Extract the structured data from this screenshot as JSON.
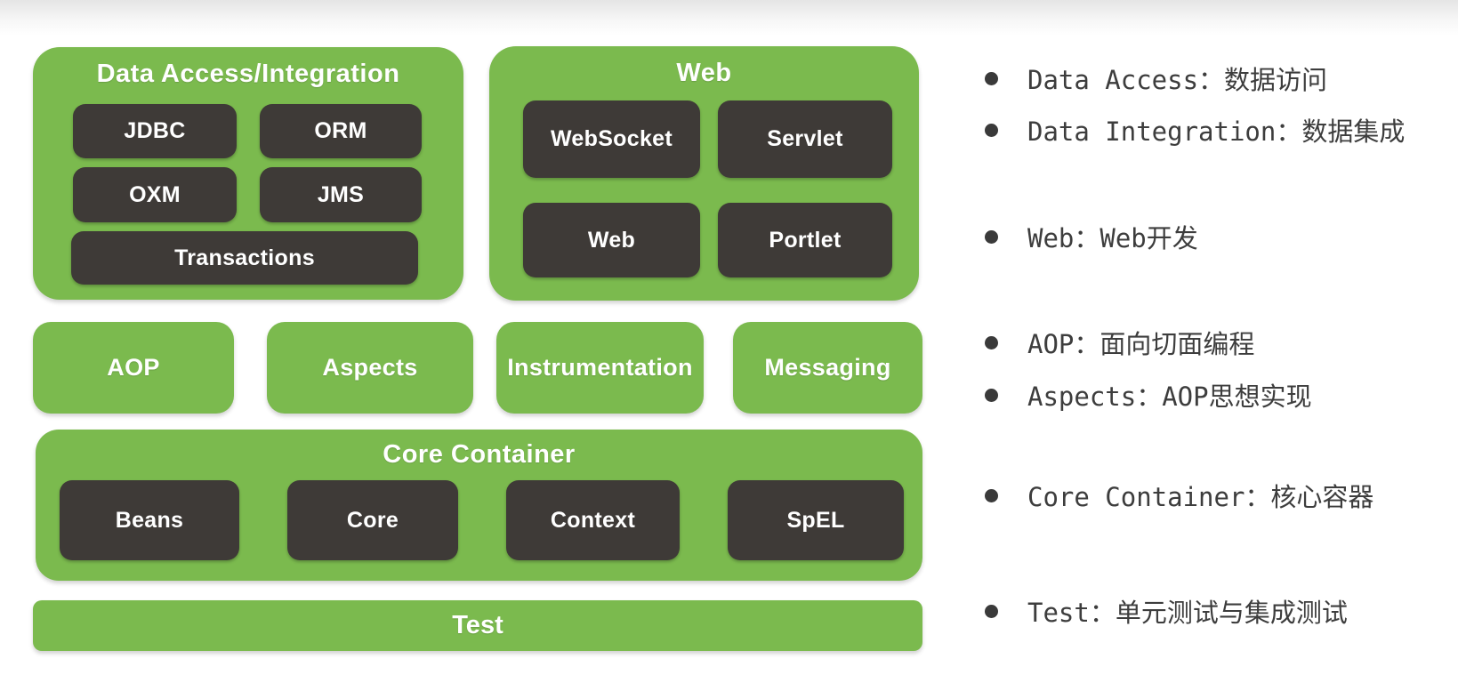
{
  "colors": {
    "panel_green": "#7bba4e",
    "module_dark": "#3e3a37",
    "module_text": "#ffffff",
    "note_text": "#3d3d3d",
    "bullet": "#3a3a3a",
    "topbar_gradient_start": "#e5e5e5",
    "topbar_gradient_end": "#ffffff"
  },
  "diagram": {
    "data_access": {
      "title": "Data Access/Integration",
      "modules": [
        "JDBC",
        "ORM",
        "OXM",
        "JMS"
      ],
      "full_width_module": "Transactions"
    },
    "web": {
      "title": "Web",
      "modules": [
        "WebSocket",
        "Servlet",
        "Web",
        "Portlet"
      ]
    },
    "middle_row": [
      "AOP",
      "Aspects",
      "Instrumentation",
      "Messaging"
    ],
    "core_container": {
      "title": "Core Container",
      "modules": [
        "Beans",
        "Core",
        "Context",
        "SpEL"
      ]
    },
    "test": {
      "title": "Test"
    }
  },
  "notes": {
    "items": [
      "Data Access：数据访问",
      "Data Integration：数据集成",
      "Web：Web开发",
      "AOP：面向切面编程",
      "Aspects：AOP思想实现",
      "Core Container：核心容器",
      "Test：单元测试与集成测试"
    ]
  }
}
